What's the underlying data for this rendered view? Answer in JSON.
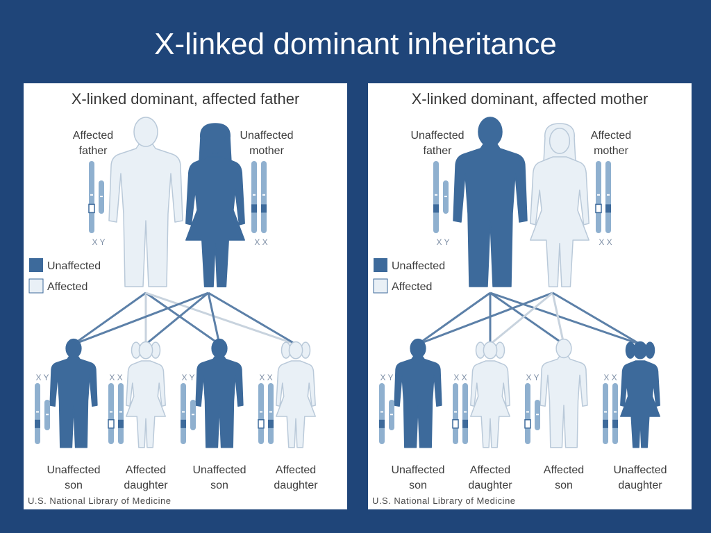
{
  "slide_title": "X-linked dominant inheritance",
  "colors": {
    "background": "#1f4579",
    "unaffected": "#3d6a9b",
    "affected": "#e9f0f6",
    "outline": "#b9c9d9",
    "line_unaffected": "#5c80a8",
    "line_affected": "#c8d3de"
  },
  "panels": [
    {
      "title": "X-linked dominant, affected father",
      "parents": [
        {
          "label_lines": [
            "Affected",
            "father"
          ],
          "status": "affected",
          "sex": "male",
          "chrom": "X Y"
        },
        {
          "label_lines": [
            "Unaffected",
            "mother"
          ],
          "status": "unaffected",
          "sex": "female",
          "chrom": "X X"
        }
      ],
      "legend": [
        {
          "label": "Unaffected",
          "status": "unaffected"
        },
        {
          "label": "Affected",
          "status": "affected"
        }
      ],
      "children": [
        {
          "label_lines": [
            "Unaffected",
            "son"
          ],
          "status": "unaffected",
          "sex": "male",
          "chrom": "X Y"
        },
        {
          "label_lines": [
            "Affected",
            "daughter"
          ],
          "status": "affected",
          "sex": "female",
          "chrom": "X X"
        },
        {
          "label_lines": [
            "Unaffected",
            "son"
          ],
          "status": "unaffected",
          "sex": "male",
          "chrom": "X Y"
        },
        {
          "label_lines": [
            "Affected",
            "daughter"
          ],
          "status": "affected",
          "sex": "female",
          "chrom": "X X"
        }
      ],
      "credit": "U.S. National Library of Medicine"
    },
    {
      "title": "X-linked dominant, affected mother",
      "parents": [
        {
          "label_lines": [
            "Unaffected",
            "father"
          ],
          "status": "unaffected",
          "sex": "male",
          "chrom": "X Y"
        },
        {
          "label_lines": [
            "Affected",
            "mother"
          ],
          "status": "affected",
          "sex": "female",
          "chrom": "X X"
        }
      ],
      "legend": [
        {
          "label": "Unaffected",
          "status": "unaffected"
        },
        {
          "label": "Affected",
          "status": "affected"
        }
      ],
      "children": [
        {
          "label_lines": [
            "Unaffected",
            "son"
          ],
          "status": "unaffected",
          "sex": "male",
          "chrom": "X Y"
        },
        {
          "label_lines": [
            "Affected",
            "daughter"
          ],
          "status": "affected",
          "sex": "female",
          "chrom": "X X"
        },
        {
          "label_lines": [
            "Affected",
            "son"
          ],
          "status": "affected",
          "sex": "male",
          "chrom": "X Y"
        },
        {
          "label_lines": [
            "Unaffected",
            "daughter"
          ],
          "status": "unaffected",
          "sex": "female",
          "chrom": "X X"
        }
      ],
      "credit": "U.S. National Library of Medicine"
    }
  ]
}
